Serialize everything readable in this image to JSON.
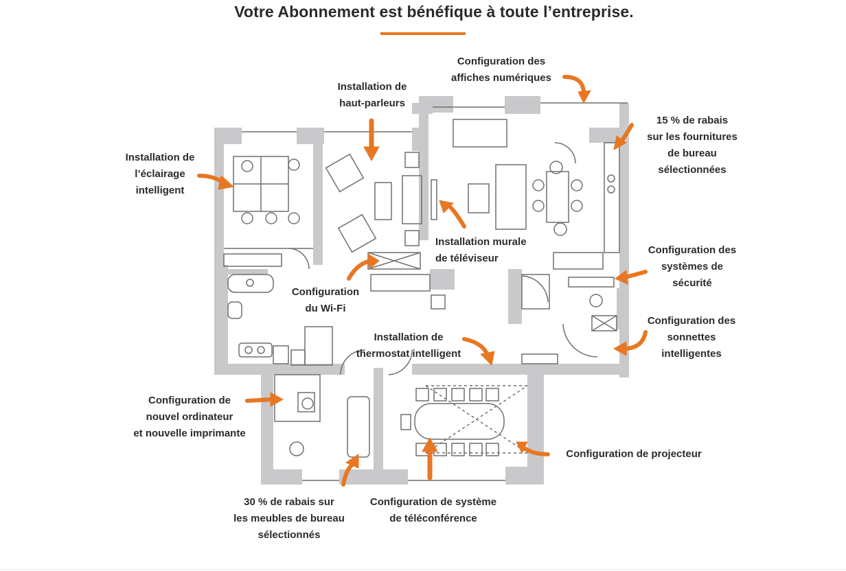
{
  "title": "Votre Abonnement est bénéfique à toute l’entreprise.",
  "colors": {
    "accent": "#e87722",
    "wall": "#c9c9cc",
    "line": "#6f6f6f"
  },
  "labels": {
    "signage": [
      "Configuration des",
      "affiches numériques"
    ],
    "speakers": [
      "Installation de",
      "haut-parleurs"
    ],
    "lighting": [
      "Installation de",
      "l’éclairage",
      "intelligent"
    ],
    "supplies": [
      "15 % de rabais",
      "sur les fournitures",
      "de bureau",
      "sélectionnées"
    ],
    "tv": [
      "Installation murale",
      "de téléviseur"
    ],
    "security": [
      "Configuration des",
      "systèmes de",
      "sécurité"
    ],
    "wifi": [
      "Configuration",
      "du Wi-Fi"
    ],
    "doorbells": [
      "Configuration des",
      "sonnettes",
      "intelligentes"
    ],
    "thermostat": [
      "Installation de",
      "thermostat intelligent"
    ],
    "computer": [
      "Configuration de",
      "nouvel ordinateur",
      "et nouvelle imprimante"
    ],
    "projector": [
      "Configuration de projecteur"
    ],
    "furniture": [
      "30 % de rabais sur",
      "les meubles de bureau",
      "sélectionnés"
    ],
    "conference": [
      "Configuration de système",
      "de téléconférence"
    ]
  }
}
